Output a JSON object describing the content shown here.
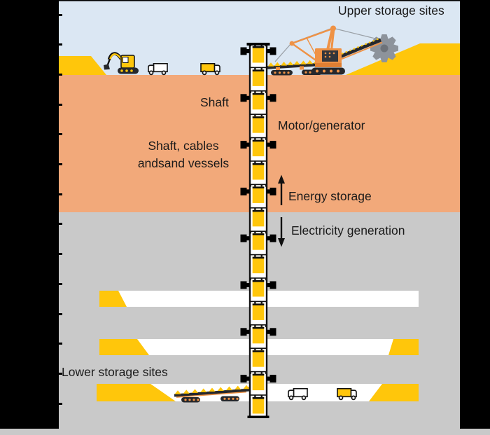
{
  "diagram": {
    "type": "underground-gravity-energy-storage-schematic",
    "labels": {
      "upper_storage_sites": "Upper storage sites",
      "shaft": "Shaft",
      "motor_generator": "Motor/generator",
      "shaft_cables_vessels_line1": "Shaft, cables",
      "shaft_cables_vessels_line2": "andsand vessels",
      "energy_storage": "Energy storage",
      "electricity_generation": "Electricity generation",
      "lower_storage_sites": "Lower storage sites"
    },
    "annotations": {
      "energy_storage_arrow_direction": "up",
      "electricity_generation_arrow_direction": "down"
    },
    "colors": {
      "sky": "#dbe7f3",
      "soil": "#f2a97a",
      "rock": "#c9c9c9",
      "sand_yellow": "#ffc60b",
      "machine_orange": "#ef9245",
      "machine_dark_orange": "#e07f33",
      "track_dark": "#26282c",
      "bucket_wheel_gray": "#8d939b",
      "tunnel_white": "#ffffff",
      "outline": "#111111",
      "crop_bars": "#000000",
      "text": "#1a1a1a"
    },
    "icons": {
      "surface_right_machine": "bucket-wheel-excavator-icon",
      "surface_conveyor": "belt-conveyor-icon",
      "surface_digger": "excavator-icon",
      "surface_truck_left": "truck-icon",
      "surface_truck_right": "truck-icon",
      "tunnel_conveyor": "belt-conveyor-icon",
      "tunnel_truck_left": "truck-icon",
      "tunnel_truck_right": "truck-icon",
      "shaft_vessels": "sand-vessel-icon",
      "shaft_guides": "guide-bracket-icon"
    }
  }
}
